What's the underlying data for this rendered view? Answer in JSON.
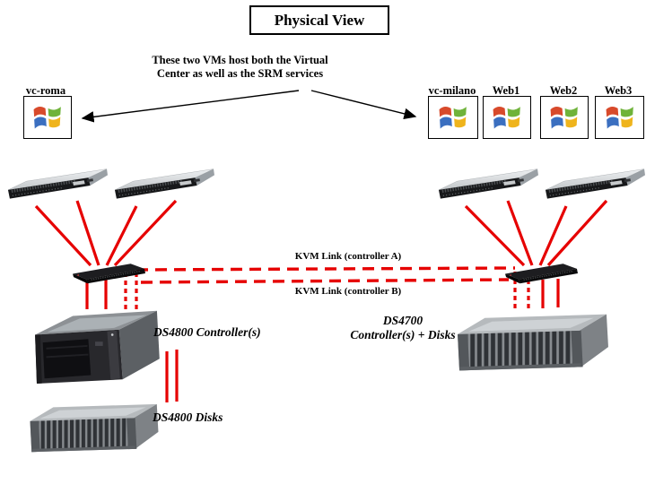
{
  "title": "Physical View",
  "annotation": {
    "line1": "These two VMs host both the Virtual",
    "line2": "Center as well as the SRM services"
  },
  "vms": {
    "left": [
      {
        "label": "vc-roma"
      }
    ],
    "right": [
      {
        "label": "vc-milano"
      },
      {
        "label": "Web1"
      },
      {
        "label": "Web2"
      },
      {
        "label": "Web3"
      }
    ]
  },
  "links": {
    "kvm_a_label": "KVM Link (controller A)",
    "kvm_b_label": "KVM Link (controller B)"
  },
  "devices": {
    "ds4800_controller_label": "DS4800 Controller(s)",
    "ds4700_label_line1": "DS4700",
    "ds4700_label_line2": "Controller(s) + Disks",
    "ds4800_disks_label": "DS4800 Disks"
  },
  "icons": {
    "vm_os_icon": "windows-logo-icon"
  },
  "colors": {
    "link_red": "#e60000",
    "arrow_black": "#000000"
  }
}
